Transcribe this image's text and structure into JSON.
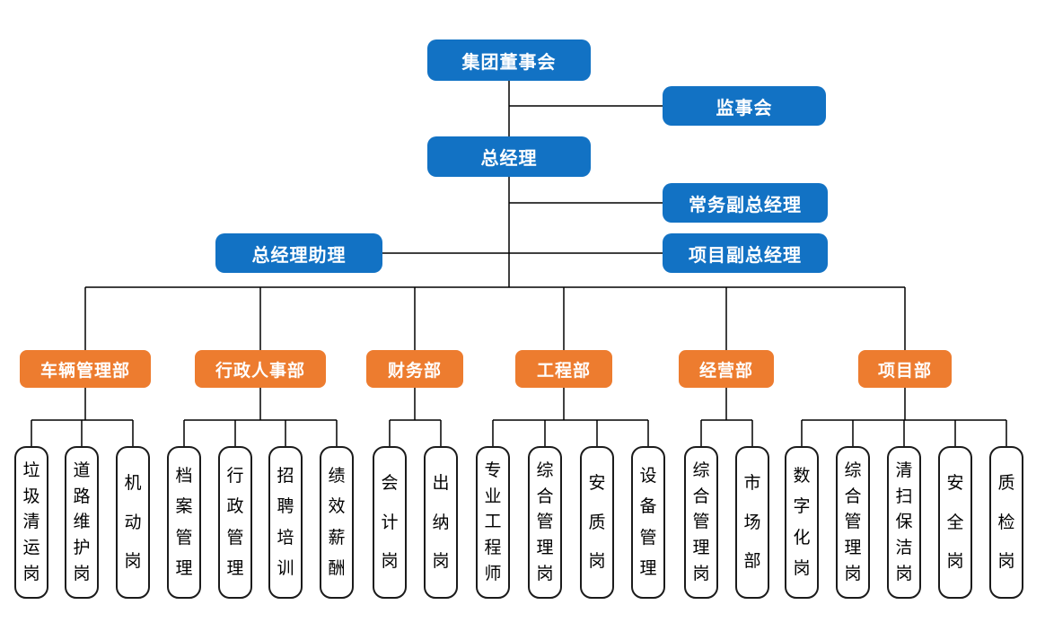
{
  "colors": {
    "primary_blue": "#1272c4",
    "accent_orange": "#ed7c2f",
    "connector_line": "#000000",
    "post_border": "#1b1b1b",
    "background": "#ffffff"
  },
  "org_chart": {
    "top_nodes": [
      {
        "id": "board",
        "label": "集团董事会"
      },
      {
        "id": "supervisory-board",
        "label": "监事会"
      },
      {
        "id": "general-manager",
        "label": "总经理"
      },
      {
        "id": "executive-deputy-gm",
        "label": "常务副总经理"
      },
      {
        "id": "gm-assistant",
        "label": "总经理助理"
      },
      {
        "id": "project-deputy-gm",
        "label": "项目副总经理"
      }
    ],
    "departments": [
      {
        "label": "车辆管理部",
        "children": [
          "垃圾清运岗",
          "道路维护岗",
          "机动岗"
        ]
      },
      {
        "label": "行政人事部",
        "children": [
          "档案管理",
          "行政管理",
          "招聘培训",
          "绩效薪酬"
        ]
      },
      {
        "label": "财务部",
        "children": [
          "会计岗",
          "出纳岗"
        ]
      },
      {
        "label": "工程部",
        "children": [
          "专业工程师",
          "综合管理岗",
          "安质岗",
          "设备管理"
        ]
      },
      {
        "label": "经营部",
        "children": [
          "综合管理岗",
          "市场部"
        ]
      },
      {
        "label": "项目部",
        "children": [
          "数字化岗",
          "综合管理岗",
          "清扫保洁岗",
          "安全岗",
          "质检岗"
        ]
      }
    ]
  }
}
